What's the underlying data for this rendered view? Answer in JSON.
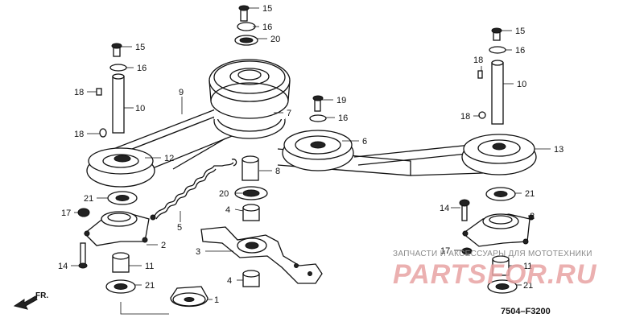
{
  "diagram": {
    "part_code": "7504–F3200",
    "direction_label": "FR.",
    "callouts": [
      {
        "id": "c15a",
        "text": "15"
      },
      {
        "id": "c16a",
        "text": "16"
      },
      {
        "id": "c20a",
        "text": "20"
      },
      {
        "id": "c15b",
        "text": "15"
      },
      {
        "id": "c16b",
        "text": "16"
      },
      {
        "id": "c18a",
        "text": "18"
      },
      {
        "id": "c10a",
        "text": "10"
      },
      {
        "id": "c18b",
        "text": "18"
      },
      {
        "id": "c9",
        "text": "9"
      },
      {
        "id": "c7",
        "text": "7"
      },
      {
        "id": "c19",
        "text": "19"
      },
      {
        "id": "c16c",
        "text": "16"
      },
      {
        "id": "c6",
        "text": "6"
      },
      {
        "id": "c12",
        "text": "12"
      },
      {
        "id": "c8",
        "text": "8"
      },
      {
        "id": "c15c",
        "text": "15"
      },
      {
        "id": "c16d",
        "text": "16"
      },
      {
        "id": "c18c",
        "text": "18"
      },
      {
        "id": "c10b",
        "text": "10"
      },
      {
        "id": "c18d",
        "text": "18"
      },
      {
        "id": "c13",
        "text": "13"
      },
      {
        "id": "c21a",
        "text": "21"
      },
      {
        "id": "c20b",
        "text": "20"
      },
      {
        "id": "c17a",
        "text": "17"
      },
      {
        "id": "c5",
        "text": "5"
      },
      {
        "id": "c4a",
        "text": "4"
      },
      {
        "id": "c2a",
        "text": "2"
      },
      {
        "id": "c3",
        "text": "3"
      },
      {
        "id": "c14a",
        "text": "14"
      },
      {
        "id": "c11a",
        "text": "11"
      },
      {
        "id": "c21b",
        "text": "21"
      },
      {
        "id": "c4b",
        "text": "4"
      },
      {
        "id": "c1",
        "text": "1"
      },
      {
        "id": "c21c",
        "text": "21"
      },
      {
        "id": "c14b",
        "text": "14"
      },
      {
        "id": "c2b",
        "text": "2"
      },
      {
        "id": "c17b",
        "text": "17"
      },
      {
        "id": "c11b",
        "text": "11"
      },
      {
        "id": "c21d",
        "text": "21"
      }
    ]
  },
  "watermark": {
    "line": "ЗАПЧАСТИ И АКСЕССУАРЫ ДЛЯ МОТОТЕХНИКИ",
    "brand": "PARTSFOR.RU"
  },
  "colors": {
    "ink": "#111111",
    "watermark": "#e8a3a3",
    "background": "#ffffff"
  }
}
